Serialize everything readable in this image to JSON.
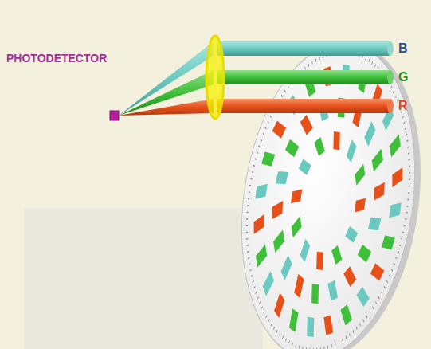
{
  "diagram": {
    "labels": [
      "PHOTODETECTOR",
      "B",
      "G",
      "R"
    ]
  }
}
